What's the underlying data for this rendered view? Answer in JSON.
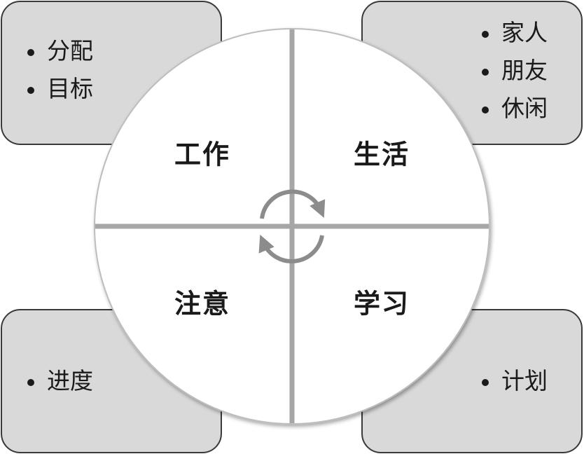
{
  "quadrants": {
    "work": {
      "title": "工作",
      "items": [
        "分配",
        "目标"
      ]
    },
    "life": {
      "title": "生活",
      "items": [
        "家人",
        "朋友",
        "休闲"
      ]
    },
    "note": {
      "title": "注意",
      "items": [
        "进度"
      ]
    },
    "study": {
      "title": "学习",
      "items": [
        "计划"
      ]
    }
  },
  "center_icon": "cycle-arrows-icon",
  "colors": {
    "box_fill": "#d9d9d9",
    "box_border": "#3a3a3a",
    "wheel_fill": "#ffffff",
    "divider": "#a6a6a6",
    "arrow": "#8c8c8c",
    "text": "#1a1a1a"
  }
}
